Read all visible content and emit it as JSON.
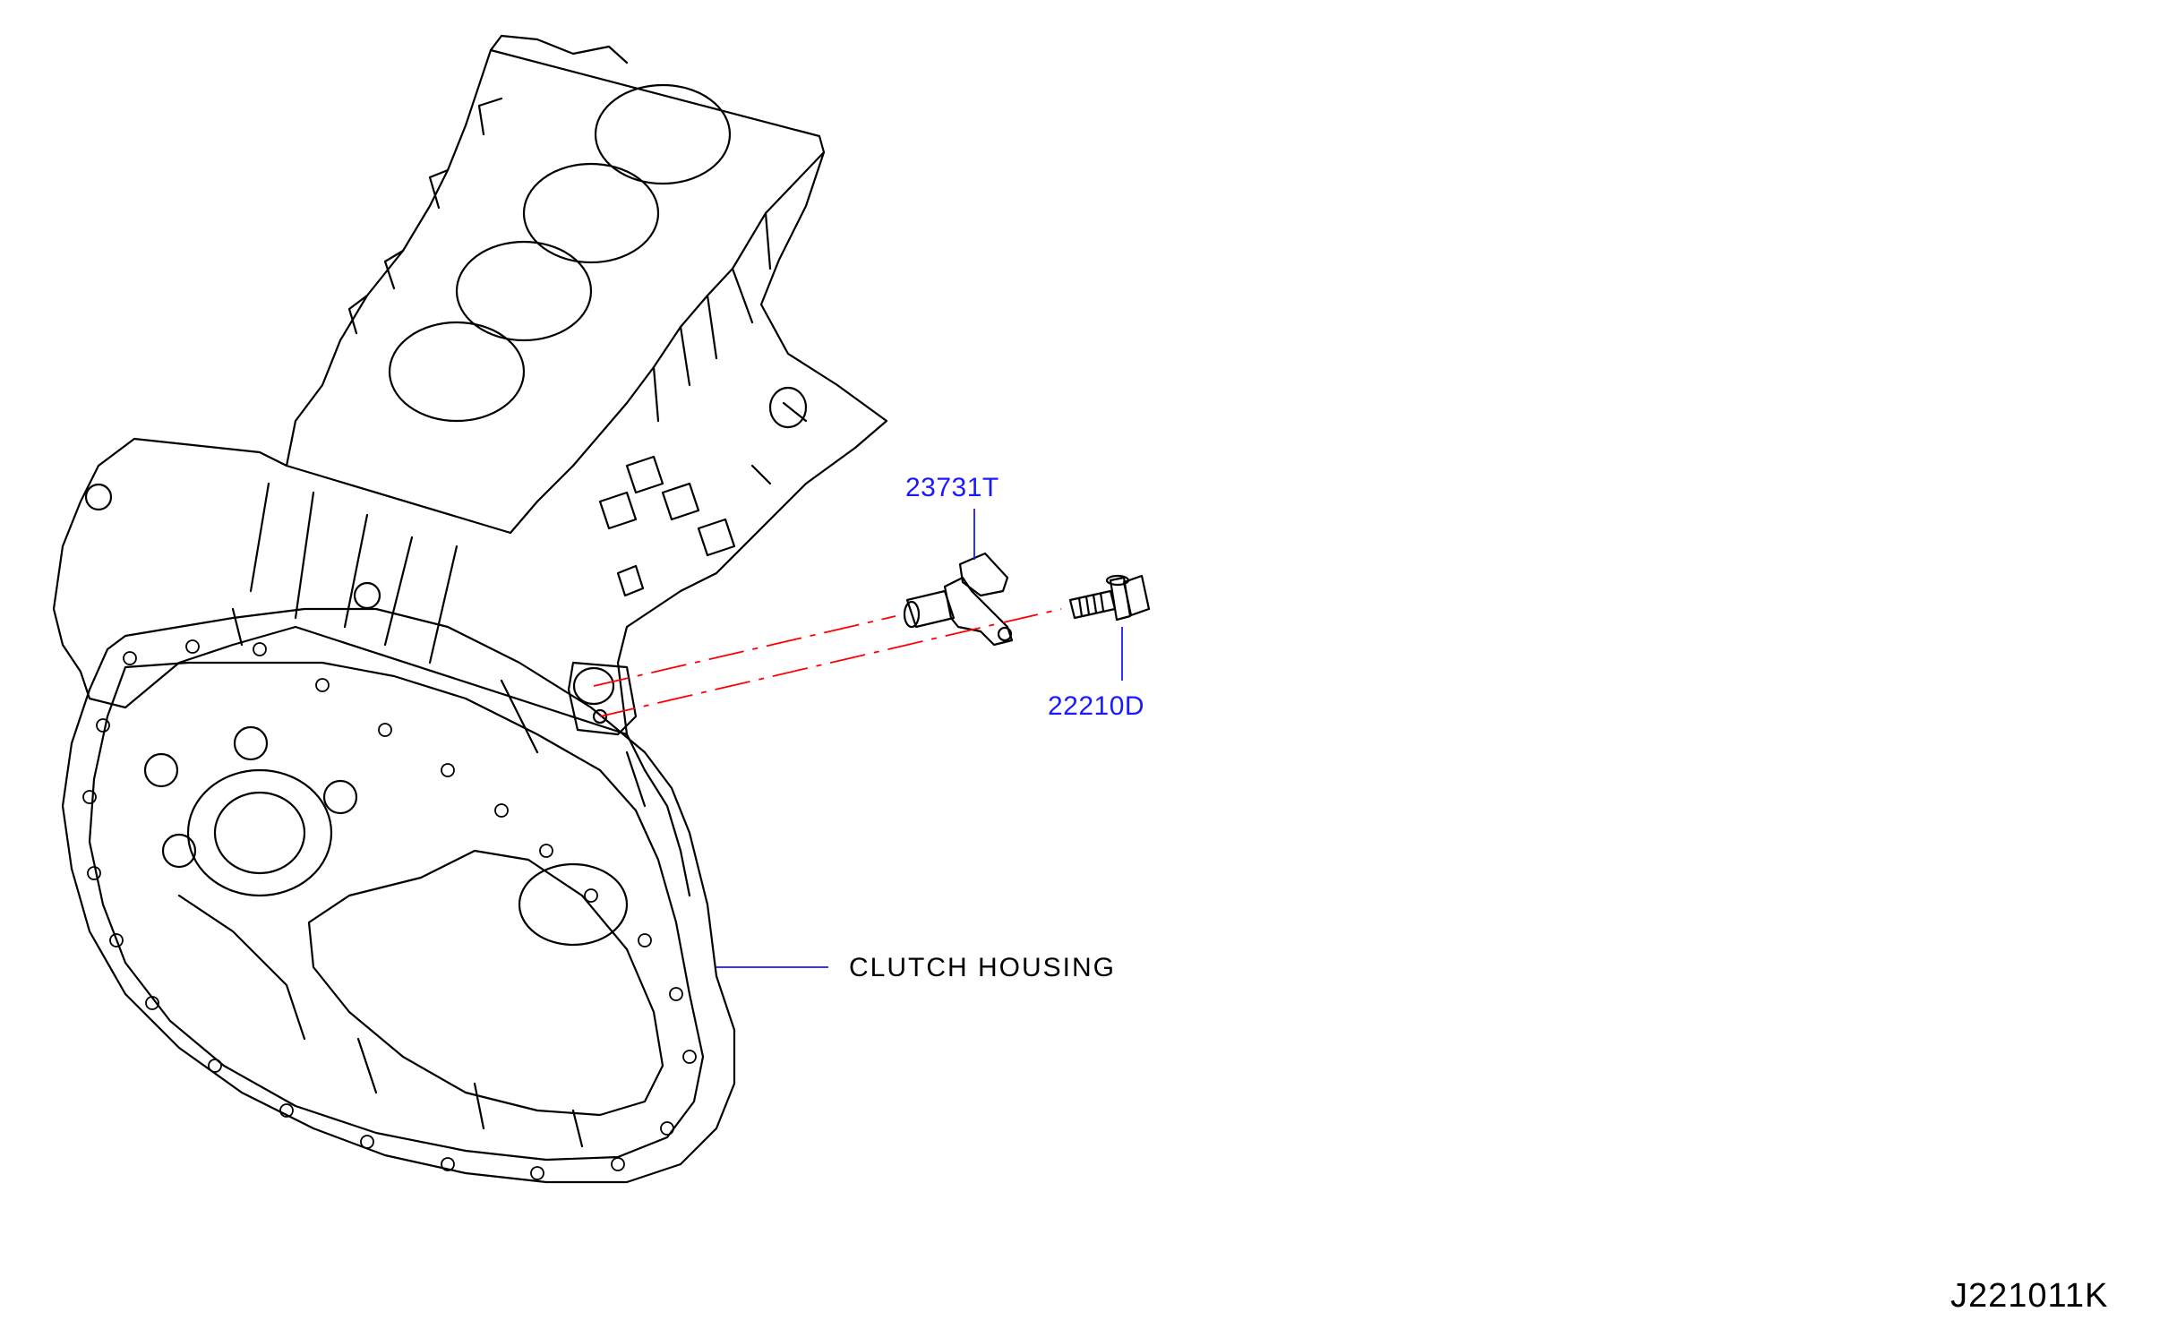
{
  "diagram": {
    "parts": [
      {
        "id": "sensor",
        "number": "23731T"
      },
      {
        "id": "bolt",
        "number": "22210D"
      }
    ],
    "callouts": {
      "clutch_housing": "CLUTCH   HOUSING"
    },
    "reference_code": "J221011K",
    "colors": {
      "linework": "#000000",
      "leader": "#1a1aff",
      "centerline": "#ff0000",
      "background": "#ffffff"
    }
  }
}
